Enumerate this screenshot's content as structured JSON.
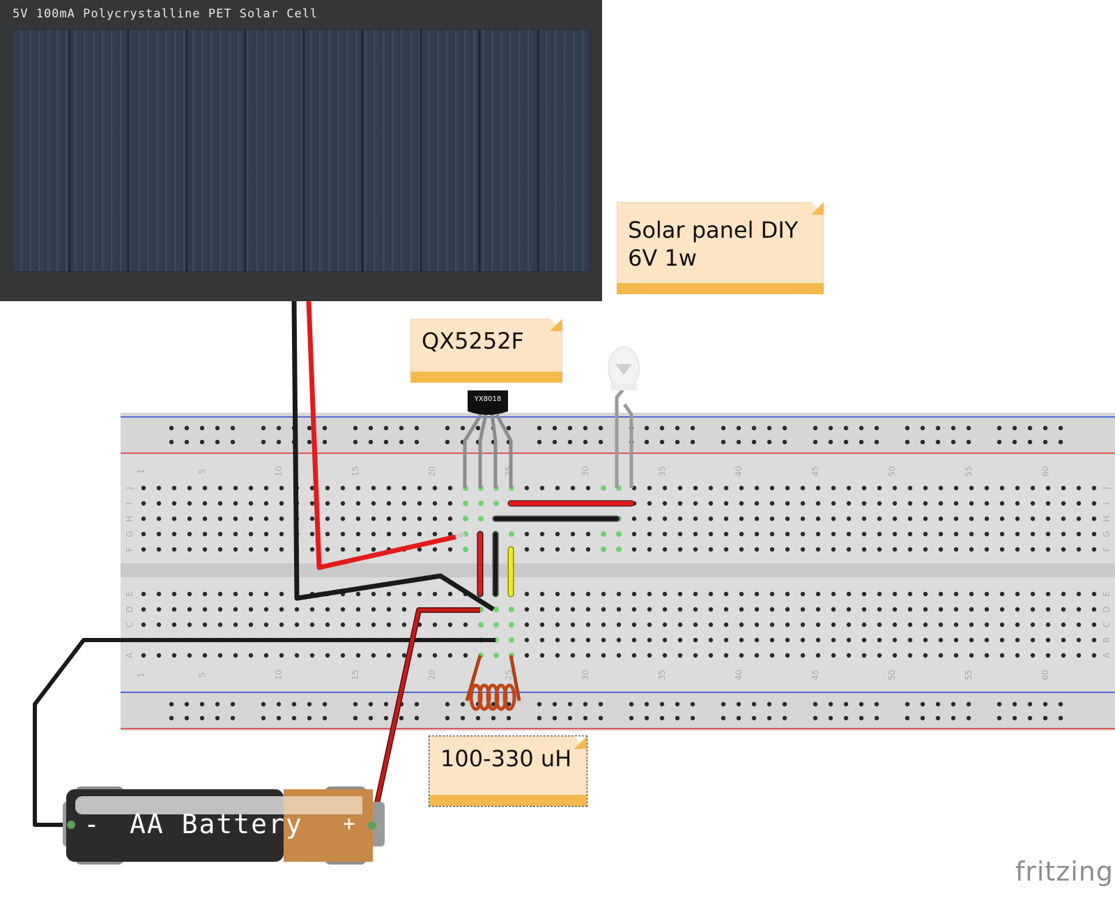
{
  "solar_panel": {
    "title": "5V 100mA Polycrystalline PET Solar Cell"
  },
  "notes": {
    "solar": "Solar panel DIY\n6V 1w",
    "ic": "QX5252F",
    "inductor": "100-330 uH"
  },
  "chip": {
    "marking": "YX8018"
  },
  "breadboard": {
    "column_numbers": [
      "1",
      "5",
      "10",
      "15",
      "20",
      "25",
      "30",
      "35",
      "40",
      "45",
      "50",
      "55",
      "60"
    ],
    "rows_top": [
      "J",
      "I",
      "H",
      "G",
      "F"
    ],
    "rows_bottom": [
      "E",
      "D",
      "C",
      "B",
      "A"
    ]
  },
  "battery": {
    "minus": "-",
    "label": "AA Battery",
    "plus": "+"
  },
  "brand": "fritzing",
  "colors": {
    "wire_red": "#e31b1b",
    "wire_black": "#1a1a1a",
    "wire_yellow": "#f2ea1c",
    "note_bg": "#fde4c4",
    "note_bar": "#f5b94e",
    "breadboard": "#dcdcdc",
    "rail_red": "#e05555",
    "rail_blue": "#5468d6"
  }
}
